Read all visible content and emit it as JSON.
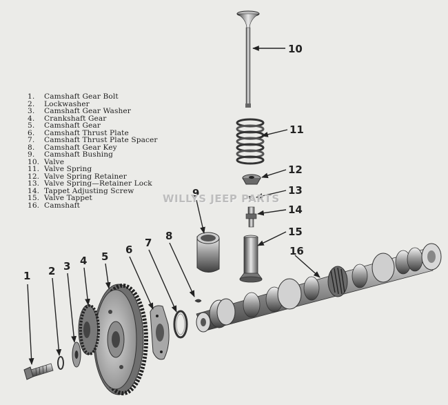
{
  "legend": [
    {
      "num": "1.",
      "label": "Camshaft Gear Bolt"
    },
    {
      "num": "2.",
      "label": "Lockwasher"
    },
    {
      "num": "3.",
      "label": "Camshaft Gear Washer"
    },
    {
      "num": "4.",
      "label": "Crankshaft Gear"
    },
    {
      "num": "5.",
      "label": "Camshaft Gear"
    },
    {
      "num": "6.",
      "label": "Camshaft Thrust Plate"
    },
    {
      "num": "7.",
      "label": "Camshaft Thrust Plate Spacer"
    },
    {
      "num": "8.",
      "label": "Camshaft Gear Key"
    },
    {
      "num": "9.",
      "label": "Camshaft Bushing"
    },
    {
      "num": "10.",
      "label": "Valve"
    },
    {
      "num": "11.",
      "label": "Valve Spring"
    },
    {
      "num": "12.",
      "label": "Valve Spring Retainer"
    },
    {
      "num": "13.",
      "label": "Valve Spring—Retainer Lock"
    },
    {
      "num": "14.",
      "label": "Tappet Adjusting Screw"
    },
    {
      "num": "15.",
      "label": "Valve Tappet"
    },
    {
      "num": "16.",
      "label": "Camshaft"
    }
  ],
  "watermark": "WILLYS JEEP PARTS",
  "callouts": {
    "c1": "1",
    "c2": "2",
    "c3": "3",
    "c4": "4",
    "c5": "5",
    "c6": "6",
    "c7": "7",
    "c8": "8",
    "c9": "9",
    "c10": "10",
    "c11": "11",
    "c12": "12",
    "c13": "13",
    "c14": "14",
    "c15": "15",
    "c16": "16"
  }
}
